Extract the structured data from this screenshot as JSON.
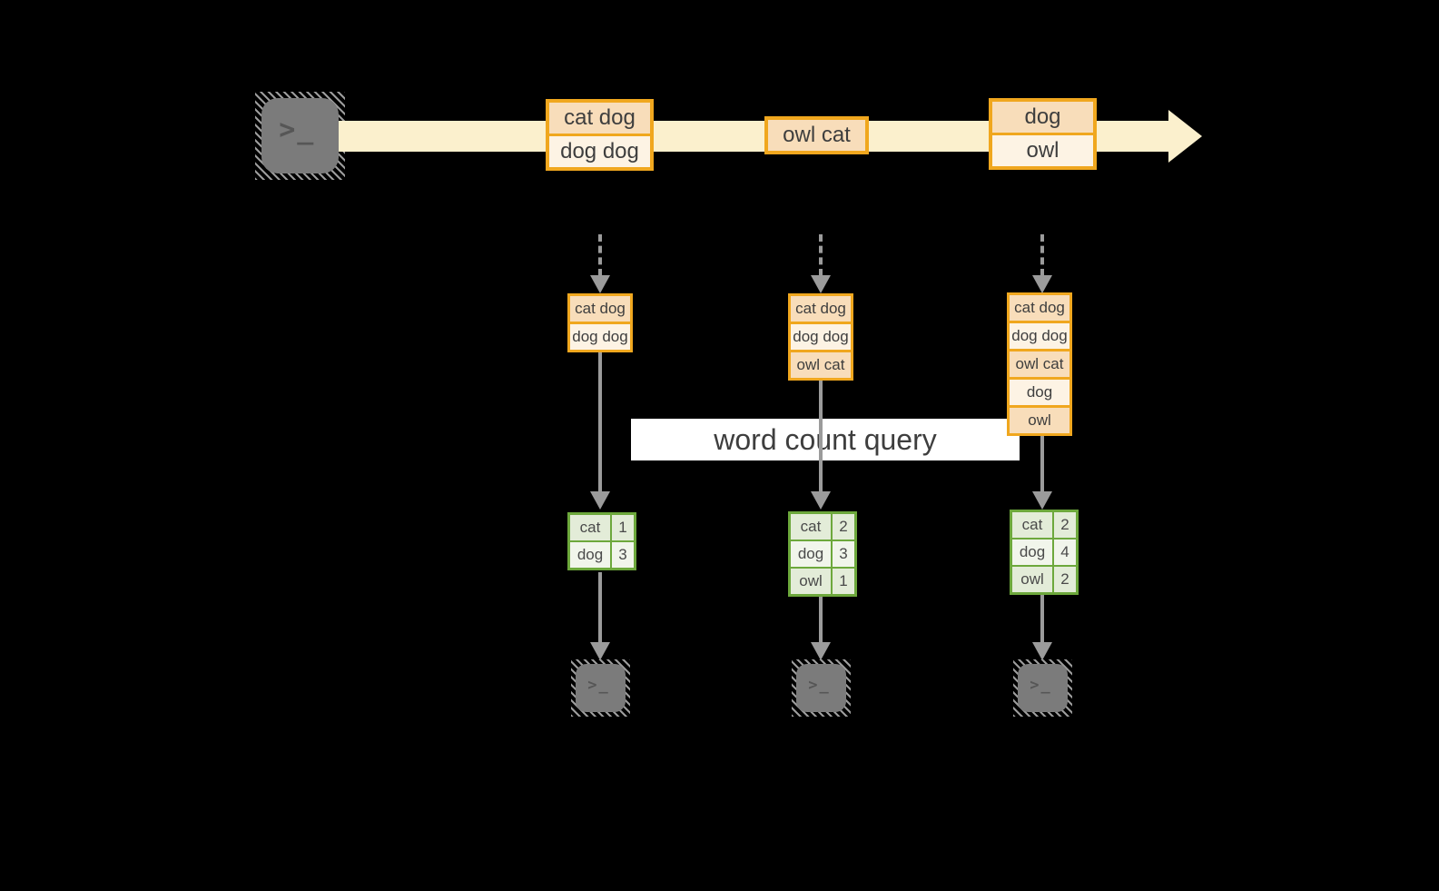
{
  "diagram": {
    "title_hint": "word count over a stream",
    "query_label": "word count query",
    "terminal_glyph": ">_",
    "colors": {
      "background": "#000000",
      "accent_orange": "#F0A71E",
      "peach_dark": "#F8DDBA",
      "peach_light": "#FDF3E4",
      "stream_band": "#FBF0CD",
      "green_border": "#6DA83C",
      "green_cell_a": "#E3ECD8",
      "green_cell_b": "#F1F5EB",
      "arrow_gray": "#9B9B9B",
      "terminal_gray": "#7B7B7B",
      "query_bg": "#FFFFFF",
      "text_dark": "#3E3E3E"
    },
    "stream": {
      "events": [
        {
          "lines": [
            "cat dog",
            "dog dog"
          ]
        },
        {
          "lines": [
            "owl cat"
          ]
        },
        {
          "lines": [
            "dog",
            "owl"
          ]
        }
      ]
    },
    "states": [
      {
        "lines": [
          "cat dog",
          "dog dog"
        ]
      },
      {
        "lines": [
          "cat dog",
          "dog dog",
          "owl cat"
        ]
      },
      {
        "lines": [
          "cat dog",
          "dog dog",
          "owl cat",
          "dog",
          "owl"
        ]
      }
    ],
    "counts": [
      {
        "rows": [
          {
            "word": "cat",
            "count": "1"
          },
          {
            "word": "dog",
            "count": "3"
          }
        ]
      },
      {
        "rows": [
          {
            "word": "cat",
            "count": "2"
          },
          {
            "word": "dog",
            "count": "3"
          },
          {
            "word": "owl",
            "count": "1"
          }
        ]
      },
      {
        "rows": [
          {
            "word": "cat",
            "count": "2"
          },
          {
            "word": "dog",
            "count": "4"
          },
          {
            "word": "owl",
            "count": "2"
          }
        ]
      }
    ]
  }
}
